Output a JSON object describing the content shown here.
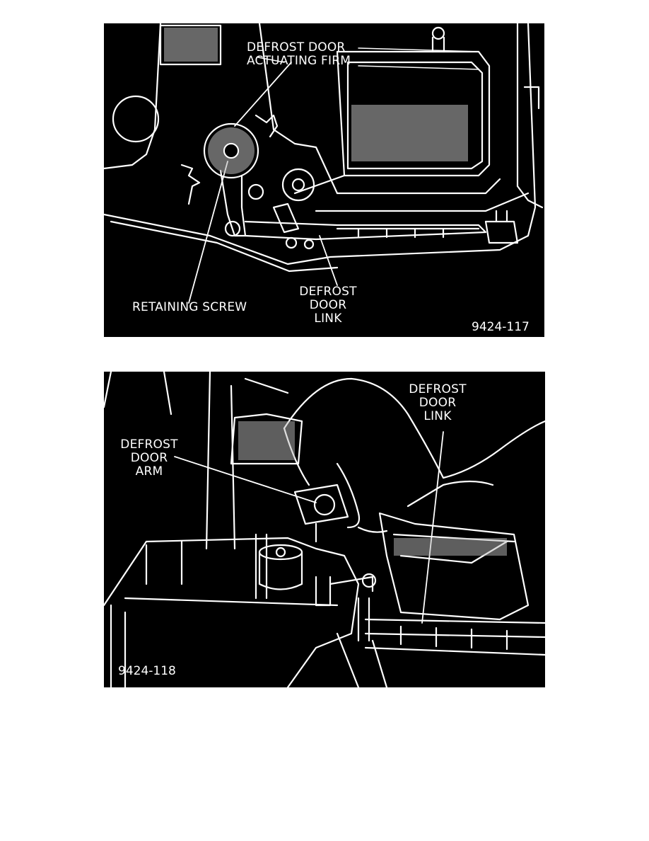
{
  "figures": [
    {
      "number": "9424-117",
      "labels": {
        "actuating_line1": "DEFROST DOOR",
        "actuating_line2": "ACTUATING FIRM",
        "retaining_screw": "RETAINING SCREW",
        "link_line1": "DEFROST",
        "link_line2": "DOOR",
        "link_line3": "LINK"
      }
    },
    {
      "number": "9424-118",
      "labels": {
        "link_line1": "DEFROST",
        "link_line2": "DOOR",
        "link_line3": "LINK",
        "arm_line1": "DEFROST",
        "arm_line2": "DOOR",
        "arm_line3": "ARM"
      }
    }
  ],
  "colors": {
    "figure_background": "#000000",
    "line_art": "#ffffff",
    "page": "#ffffff"
  }
}
